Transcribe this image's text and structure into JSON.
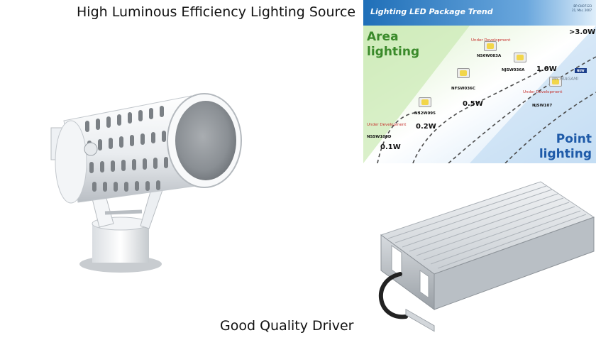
{
  "captions": {
    "top": "High Luminous Efficiency Lighting Source",
    "bottom": "Good Quality Driver"
  },
  "trend": {
    "title": "Lighting LED Package Trend",
    "meta_line1": "BP-CHO7123",
    "meta_line2": "21, Mar, 2007",
    "area_line1": "Area",
    "area_line2": "lighting",
    "point_line1": "Point",
    "point_line2": "lighting",
    "watts": [
      "0.1W",
      "0.2W",
      "0.5W",
      "1.0W",
      ">3.0W"
    ],
    "packages": [
      "NSSW100D",
      "NS2W095",
      "NFSW036C",
      "NS6W083A",
      "NJSW036A",
      "NJSW107"
    ],
    "under_development": "Under Development",
    "logo": "MICHIAGAMI",
    "badge": "NEW"
  },
  "colors": {
    "green_text": "#3a8a2a",
    "blue_text": "#1e5aa8",
    "header_blue": "#1f6fb8",
    "red_text": "#c6302c"
  }
}
